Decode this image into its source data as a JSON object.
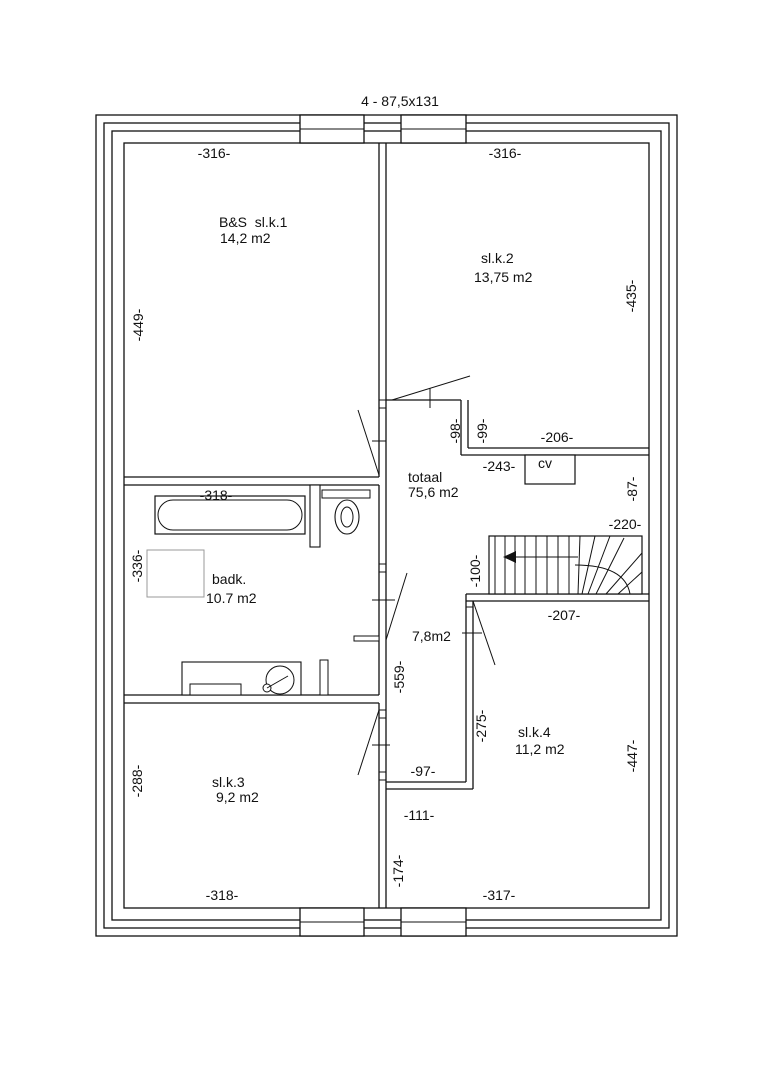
{
  "title": "4 - 87,5x131",
  "rooms": {
    "bedroom1": {
      "name": "B&S  sl.k.1",
      "area": "14,2 m2"
    },
    "bedroom2": {
      "name": "sl.k.2",
      "area": "13,75 m2"
    },
    "total": {
      "name": "totaal",
      "area": "75,6 m2"
    },
    "bathroom": {
      "name": "badk.",
      "area": "10.7 m2"
    },
    "landing": {
      "area": "7,8m2"
    },
    "bedroom3": {
      "name": "sl.k.3",
      "area": "9,2 m2"
    },
    "bedroom4": {
      "name": "sl.k.4",
      "area": "11,2 m2"
    },
    "boiler": {
      "name": "cv"
    }
  },
  "dimensions": {
    "top_left": "-316-",
    "top_right": "-316-",
    "left_bedroom1": "-449-",
    "right_bedroom2": "-435-",
    "small_98": "-98-",
    "small_99": "-99-",
    "wall_206": "-206-",
    "wall_243": "-243-",
    "right_87": "-87-",
    "stair_220": "-220-",
    "bath_318": "-318-",
    "bath_336": "-336-",
    "stair_100": "-100-",
    "wall_207": "-207-",
    "hall_559": "-559-",
    "bed4_275": "-275-",
    "right_447": "-447-",
    "left_288": "-288-",
    "wall_97": "-97-",
    "wall_111": "-111-",
    "hall_174": "-174-",
    "bottom_left": "-318-",
    "bottom_right": "-317-"
  }
}
